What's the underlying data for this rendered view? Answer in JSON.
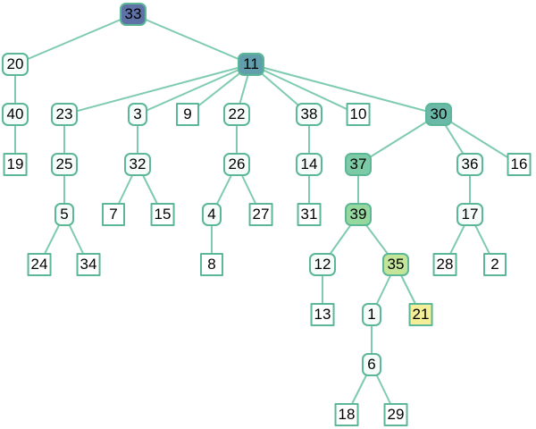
{
  "tree": {
    "nodes": [
      {
        "label": "33",
        "parent": null,
        "kind": "internal",
        "fill": "#5f72a8"
      },
      {
        "label": "20",
        "parent": "33",
        "kind": "internal",
        "fill": null
      },
      {
        "label": "11",
        "parent": "33",
        "kind": "internal",
        "fill": "#5f9eaa"
      },
      {
        "label": "40",
        "parent": "20",
        "kind": "internal",
        "fill": null
      },
      {
        "label": "19",
        "parent": "40",
        "kind": "leaf",
        "fill": null
      },
      {
        "label": "23",
        "parent": "11",
        "kind": "internal",
        "fill": null
      },
      {
        "label": "3",
        "parent": "11",
        "kind": "internal",
        "fill": null
      },
      {
        "label": "9",
        "parent": "11",
        "kind": "leaf",
        "fill": null
      },
      {
        "label": "22",
        "parent": "11",
        "kind": "internal",
        "fill": null
      },
      {
        "label": "38",
        "parent": "11",
        "kind": "internal",
        "fill": null
      },
      {
        "label": "10",
        "parent": "11",
        "kind": "leaf",
        "fill": null
      },
      {
        "label": "30",
        "parent": "11",
        "kind": "internal",
        "fill": "#6ab8a8"
      },
      {
        "label": "25",
        "parent": "23",
        "kind": "internal",
        "fill": null
      },
      {
        "label": "5",
        "parent": "25",
        "kind": "internal",
        "fill": null
      },
      {
        "label": "24",
        "parent": "5",
        "kind": "leaf",
        "fill": null
      },
      {
        "label": "34",
        "parent": "5",
        "kind": "leaf",
        "fill": null
      },
      {
        "label": "32",
        "parent": "3",
        "kind": "internal",
        "fill": null
      },
      {
        "label": "7",
        "parent": "32",
        "kind": "leaf",
        "fill": null
      },
      {
        "label": "15",
        "parent": "32",
        "kind": "leaf",
        "fill": null
      },
      {
        "label": "26",
        "parent": "22",
        "kind": "internal",
        "fill": null
      },
      {
        "label": "4",
        "parent": "26",
        "kind": "internal",
        "fill": null
      },
      {
        "label": "8",
        "parent": "4",
        "kind": "leaf",
        "fill": null
      },
      {
        "label": "27",
        "parent": "26",
        "kind": "leaf",
        "fill": null
      },
      {
        "label": "14",
        "parent": "38",
        "kind": "internal",
        "fill": null
      },
      {
        "label": "31",
        "parent": "14",
        "kind": "leaf",
        "fill": null
      },
      {
        "label": "37",
        "parent": "30",
        "kind": "internal",
        "fill": "#7dcaa6"
      },
      {
        "label": "39",
        "parent": "37",
        "kind": "internal",
        "fill": "#95d89e"
      },
      {
        "label": "12",
        "parent": "39",
        "kind": "internal",
        "fill": null
      },
      {
        "label": "13",
        "parent": "12",
        "kind": "leaf",
        "fill": null
      },
      {
        "label": "35",
        "parent": "39",
        "kind": "internal",
        "fill": "#c2e59a"
      },
      {
        "label": "1",
        "parent": "35",
        "kind": "internal",
        "fill": null
      },
      {
        "label": "6",
        "parent": "1",
        "kind": "internal",
        "fill": null
      },
      {
        "label": "18",
        "parent": "6",
        "kind": "leaf",
        "fill": null
      },
      {
        "label": "29",
        "parent": "6",
        "kind": "leaf",
        "fill": null
      },
      {
        "label": "21",
        "parent": "35",
        "kind": "leaf",
        "fill": "#f3ee97"
      },
      {
        "label": "36",
        "parent": "30",
        "kind": "internal",
        "fill": null
      },
      {
        "label": "17",
        "parent": "36",
        "kind": "internal",
        "fill": null
      },
      {
        "label": "28",
        "parent": "17",
        "kind": "leaf",
        "fill": null
      },
      {
        "label": "2",
        "parent": "17",
        "kind": "leaf",
        "fill": null
      },
      {
        "label": "16",
        "parent": "30",
        "kind": "leaf",
        "fill": null
      }
    ],
    "edge_color": "#7fcbb0"
  }
}
